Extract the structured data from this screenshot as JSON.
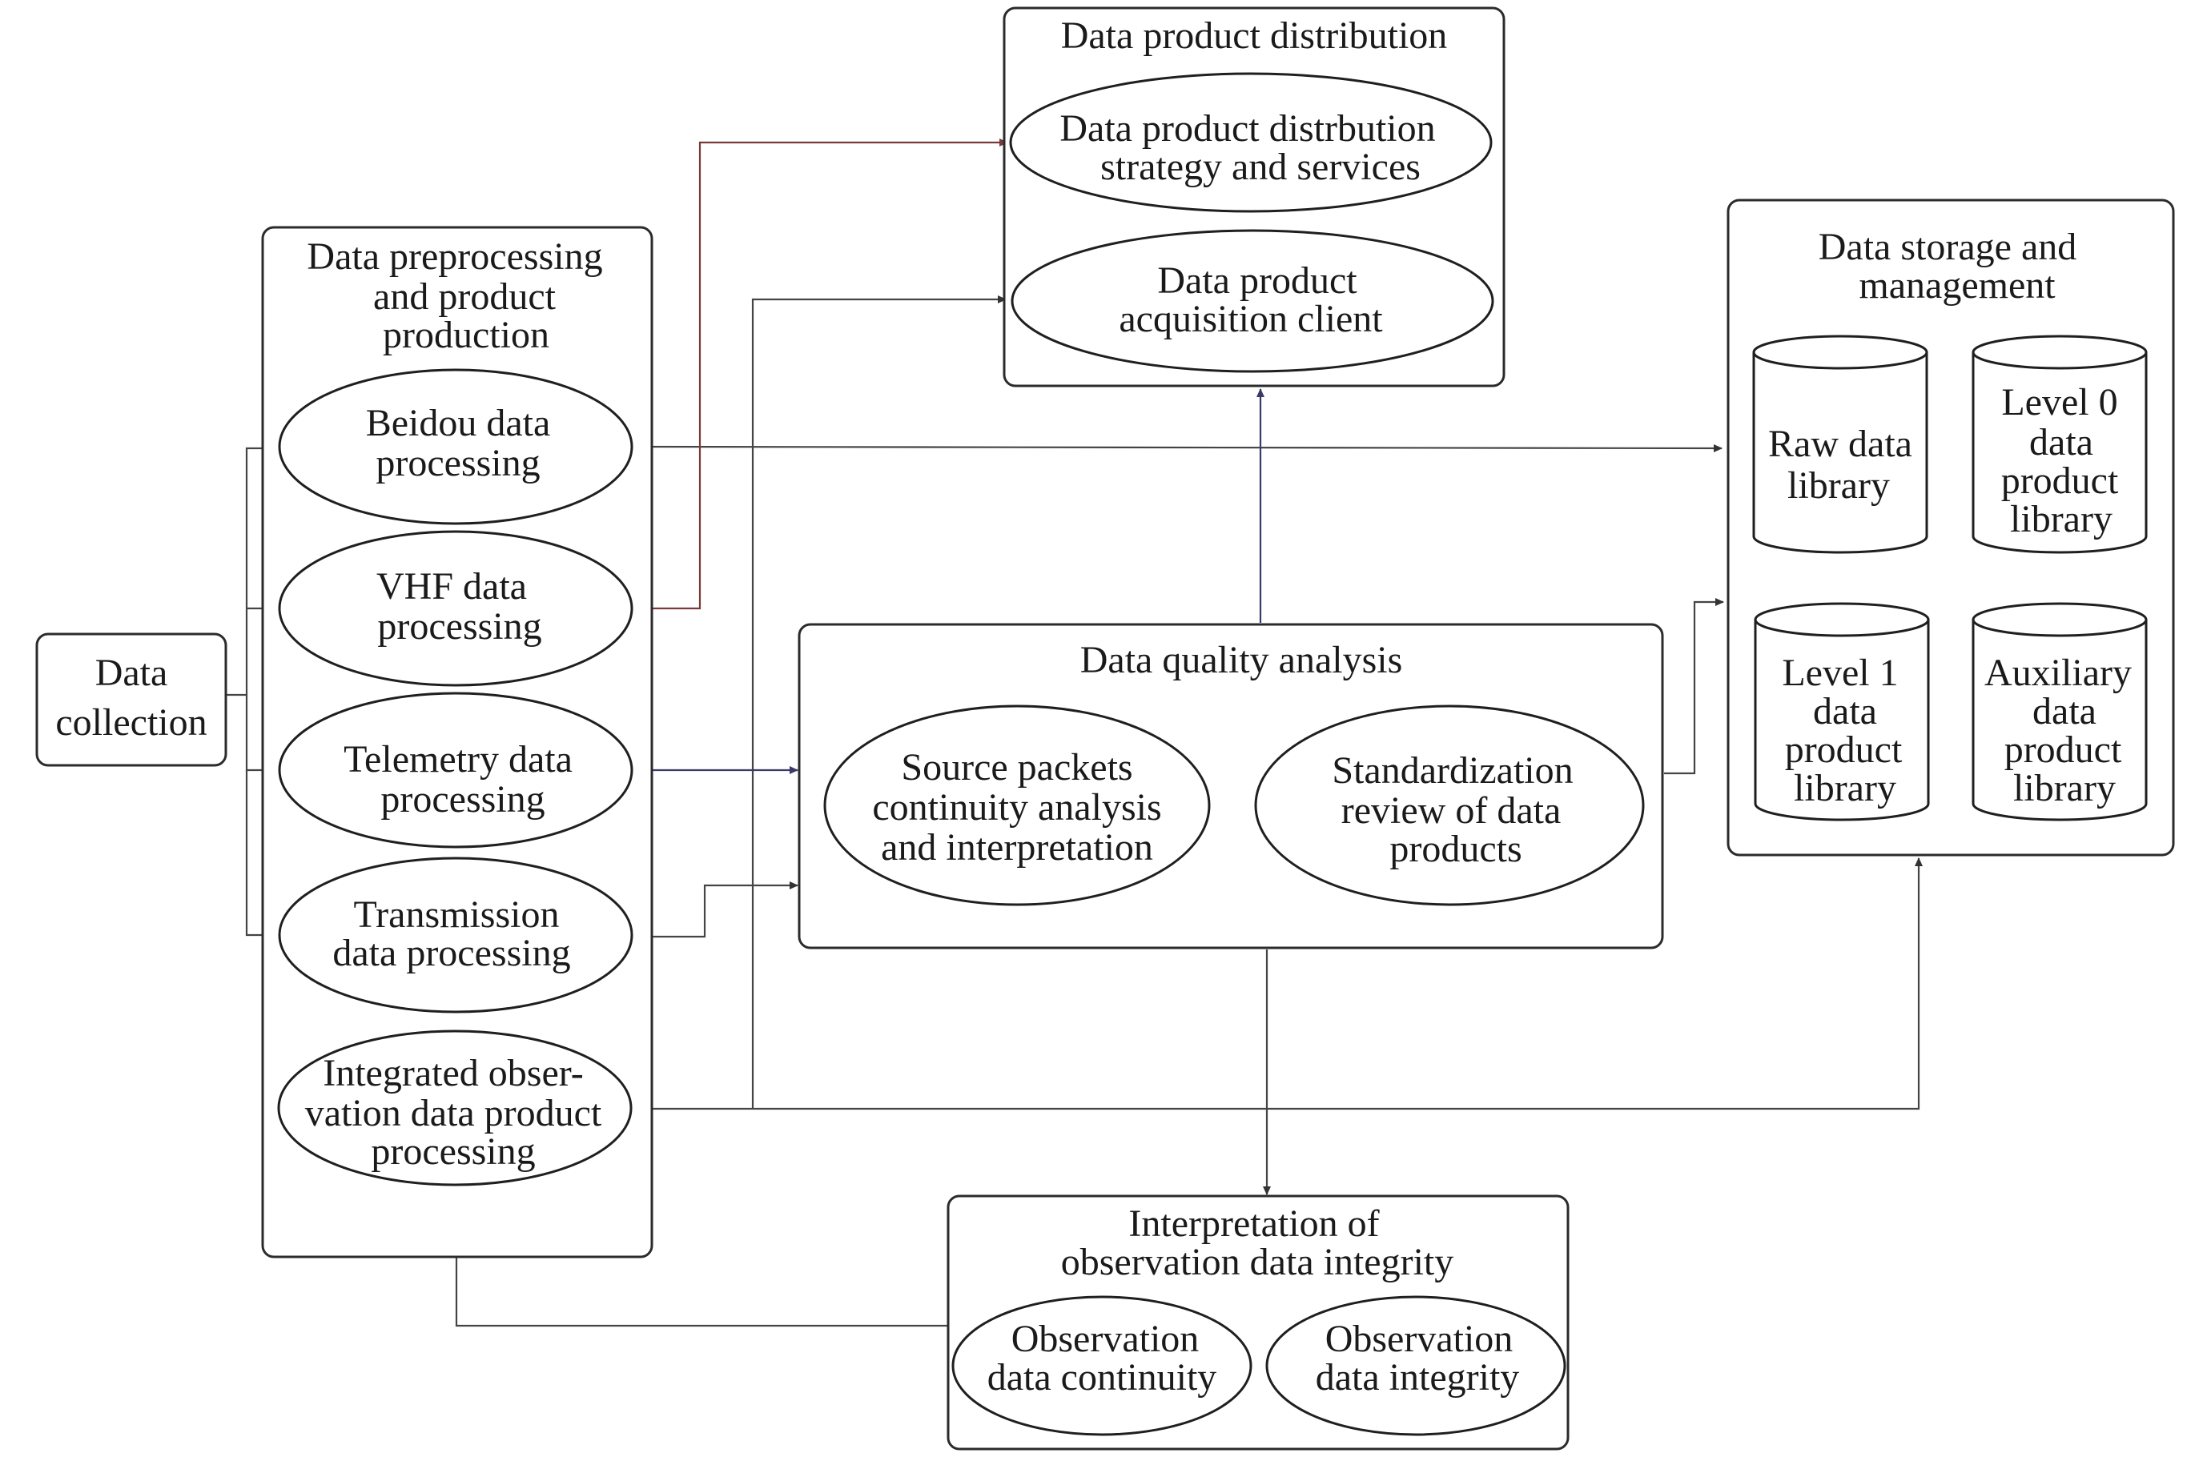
{
  "collection": {
    "lines": [
      "Data",
      "collection"
    ]
  },
  "preprocessing": {
    "title_lines": [
      "Data preprocessing",
      "and product",
      "production"
    ],
    "items": [
      {
        "lines": [
          "Beidou data",
          "processing"
        ]
      },
      {
        "lines": [
          "VHF data",
          "processing"
        ]
      },
      {
        "lines": [
          "Telemetry data",
          "processing"
        ]
      },
      {
        "lines": [
          "Transmission",
          "data processing"
        ]
      },
      {
        "lines": [
          "Integrated obser-",
          "vation data product",
          "processing"
        ]
      }
    ]
  },
  "distribution": {
    "title": "Data product distribution",
    "items": [
      {
        "lines": [
          "Data product distrbution",
          "strategy and services"
        ]
      },
      {
        "lines": [
          "Data product",
          "acquisition client"
        ]
      }
    ]
  },
  "quality": {
    "title": "Data quality analysis",
    "items": [
      {
        "lines": [
          "Source packets",
          "continuity analysis",
          "and interpretation"
        ]
      },
      {
        "lines": [
          "Standardization",
          "review of data",
          "products"
        ]
      }
    ]
  },
  "storage": {
    "title_lines": [
      "Data storage and",
      "management"
    ],
    "items": [
      {
        "lines": [
          "Raw data",
          "library"
        ]
      },
      {
        "lines": [
          "Level 0",
          "data",
          "product",
          "library"
        ]
      },
      {
        "lines": [
          "Level 1",
          "data",
          "product",
          "library"
        ]
      },
      {
        "lines": [
          "Auxiliary",
          "data",
          "product",
          "library"
        ]
      }
    ]
  },
  "integrity": {
    "title_lines": [
      "Interpretation of",
      "observation data integrity"
    ],
    "items": [
      {
        "lines": [
          "Observation",
          "data continuity"
        ]
      },
      {
        "lines": [
          "Observation",
          "data integrity"
        ]
      }
    ]
  },
  "colors": {
    "stroke": "#2b2b2b",
    "arrow_red": "#7a3a3a",
    "arrow_blue": "#3a3a66"
  }
}
